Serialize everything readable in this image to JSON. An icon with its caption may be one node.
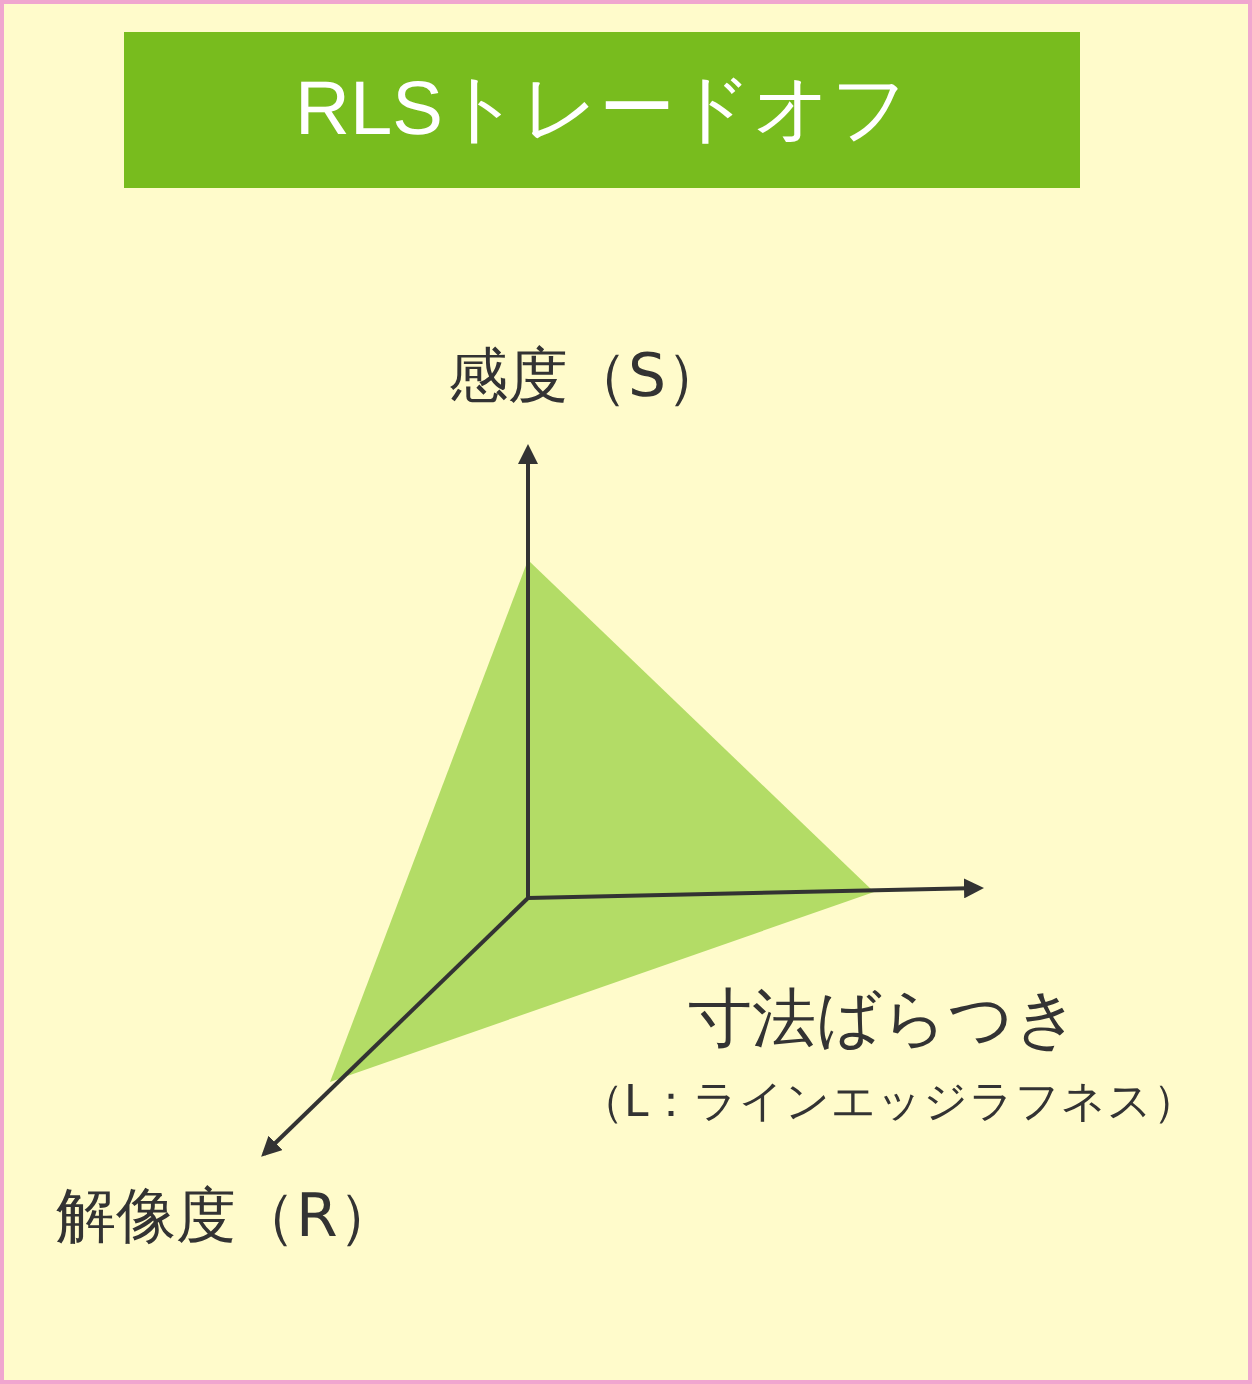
{
  "diagram": {
    "title": "RLSトレードオフ",
    "labels": [
      "感度（S）",
      "寸法ばらつき",
      "（L：ラインエッジラフネス）",
      "解像度（R）"
    ]
  }
}
